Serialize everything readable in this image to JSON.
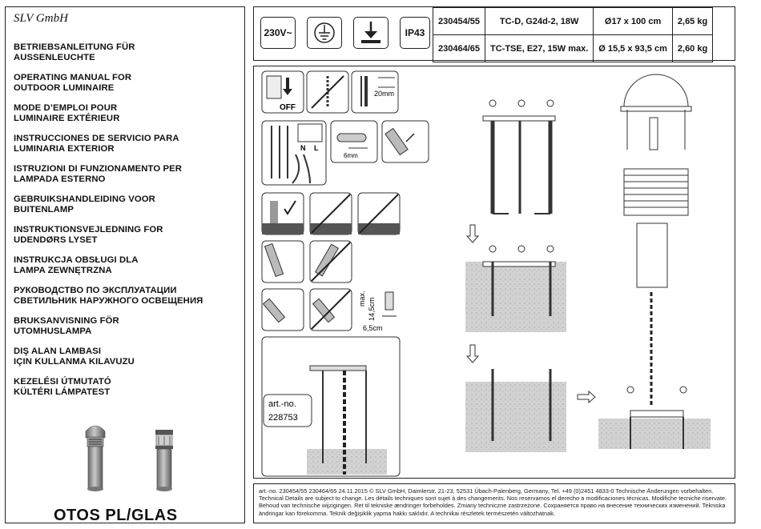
{
  "brand": "SLV GmbH",
  "languages": [
    {
      "l1": "BETRIEBSANLEITUNG FÜR",
      "l2": "AUSSENLEUCHTE"
    },
    {
      "l1": "OPERATING MANUAL FOR",
      "l2": "OUTDOOR LUMINAIRE"
    },
    {
      "l1": "MODE D’EMPLOI POUR",
      "l2": "LUMINAIRE EXTÉRIEUR"
    },
    {
      "l1": "INSTRUCCIONES DE SERVICIO PARA",
      "l2": "LUMINARIA EXTERIOR"
    },
    {
      "l1": "ISTRUZIONI DI FUNZIONAMENTO PER",
      "l2": "LAMPADA ESTERNO"
    },
    {
      "l1": "GEBRUIKSHANDLEIDING VOOR",
      "l2": "BUITENLAMP"
    },
    {
      "l1": "INSTRUKTIONSVEJLEDNING FOR",
      "l2": "UDENDØRS LYSET"
    },
    {
      "l1": "INSTRUKCJA OBSŁUGI DLA",
      "l2": "LAMPA ZEWNĘTRZNA"
    },
    {
      "l1": "РУКОВОДСТВО ПО ЭКСПЛУАТАЦИИ",
      "l2": "СВЕТИЛЬНИК НАРУЖНОГО ОСВЕЩЕНИЯ"
    },
    {
      "l1": "BRUKSANVISNING FÖR",
      "l2": "UTOMHUSLAMPA"
    },
    {
      "l1": "DIŞ ALAN LAMBASI",
      "l2": "IÇIN KULLANMA KILAVUZU"
    },
    {
      "l1": "KEZELÉSI ÚTMUTATÓ",
      "l2": "KÜLTÉRI LÁMPATEST"
    }
  ],
  "product_name": "OTOS PL/GLAS",
  "specs": {
    "voltage": "230V~",
    "ip": "IP43",
    "rows": [
      {
        "art": "230454/55",
        "lamp": "TC-D, G24d-2, 18W",
        "dim": "Ø17 x 100 cm",
        "weight": "2,65 kg"
      },
      {
        "art": "230464/65",
        "lamp": "TC-TSE, E27, 15W max.",
        "dim": "Ø 15,5 x 93,5 cm",
        "weight": "2,60 kg"
      }
    ]
  },
  "diagram_labels": {
    "off": "OFF",
    "depth": "20mm",
    "strip": "6mm",
    "terminal_n": "N",
    "terminal_l": "L",
    "max_label": "max.",
    "max_len": "14,5cm",
    "width": "6,5cm",
    "art_no_label": "art.-no.",
    "art_no": "228753"
  },
  "footer": "art.-no. 230454/55 230464/65   24.11.2015 © SLV GmbH, Daimlerstr. 21-23, 52531 Übach-Palenberg, Germany, Tel. +49 (0)2451 4833-0   Technische Änderungen vorbehalten. Technical Details are subject to change. Les détails techniques sont sujet à des changements. Nos reservamos el derecho a modificaciones técnicas. Modifiche tecniche riservate. Behoud van technische wijzigingen. Ret til tekniske ændringer forbeholdes. Zmiany techniczne zastrzeżone. Сохраняется право на внесение технических изменений. Tekniska ändringar kan förekomma. Teknik değişiklik yapma hakkı saklıdır. A technikai részletek természetén változhatnak."
}
